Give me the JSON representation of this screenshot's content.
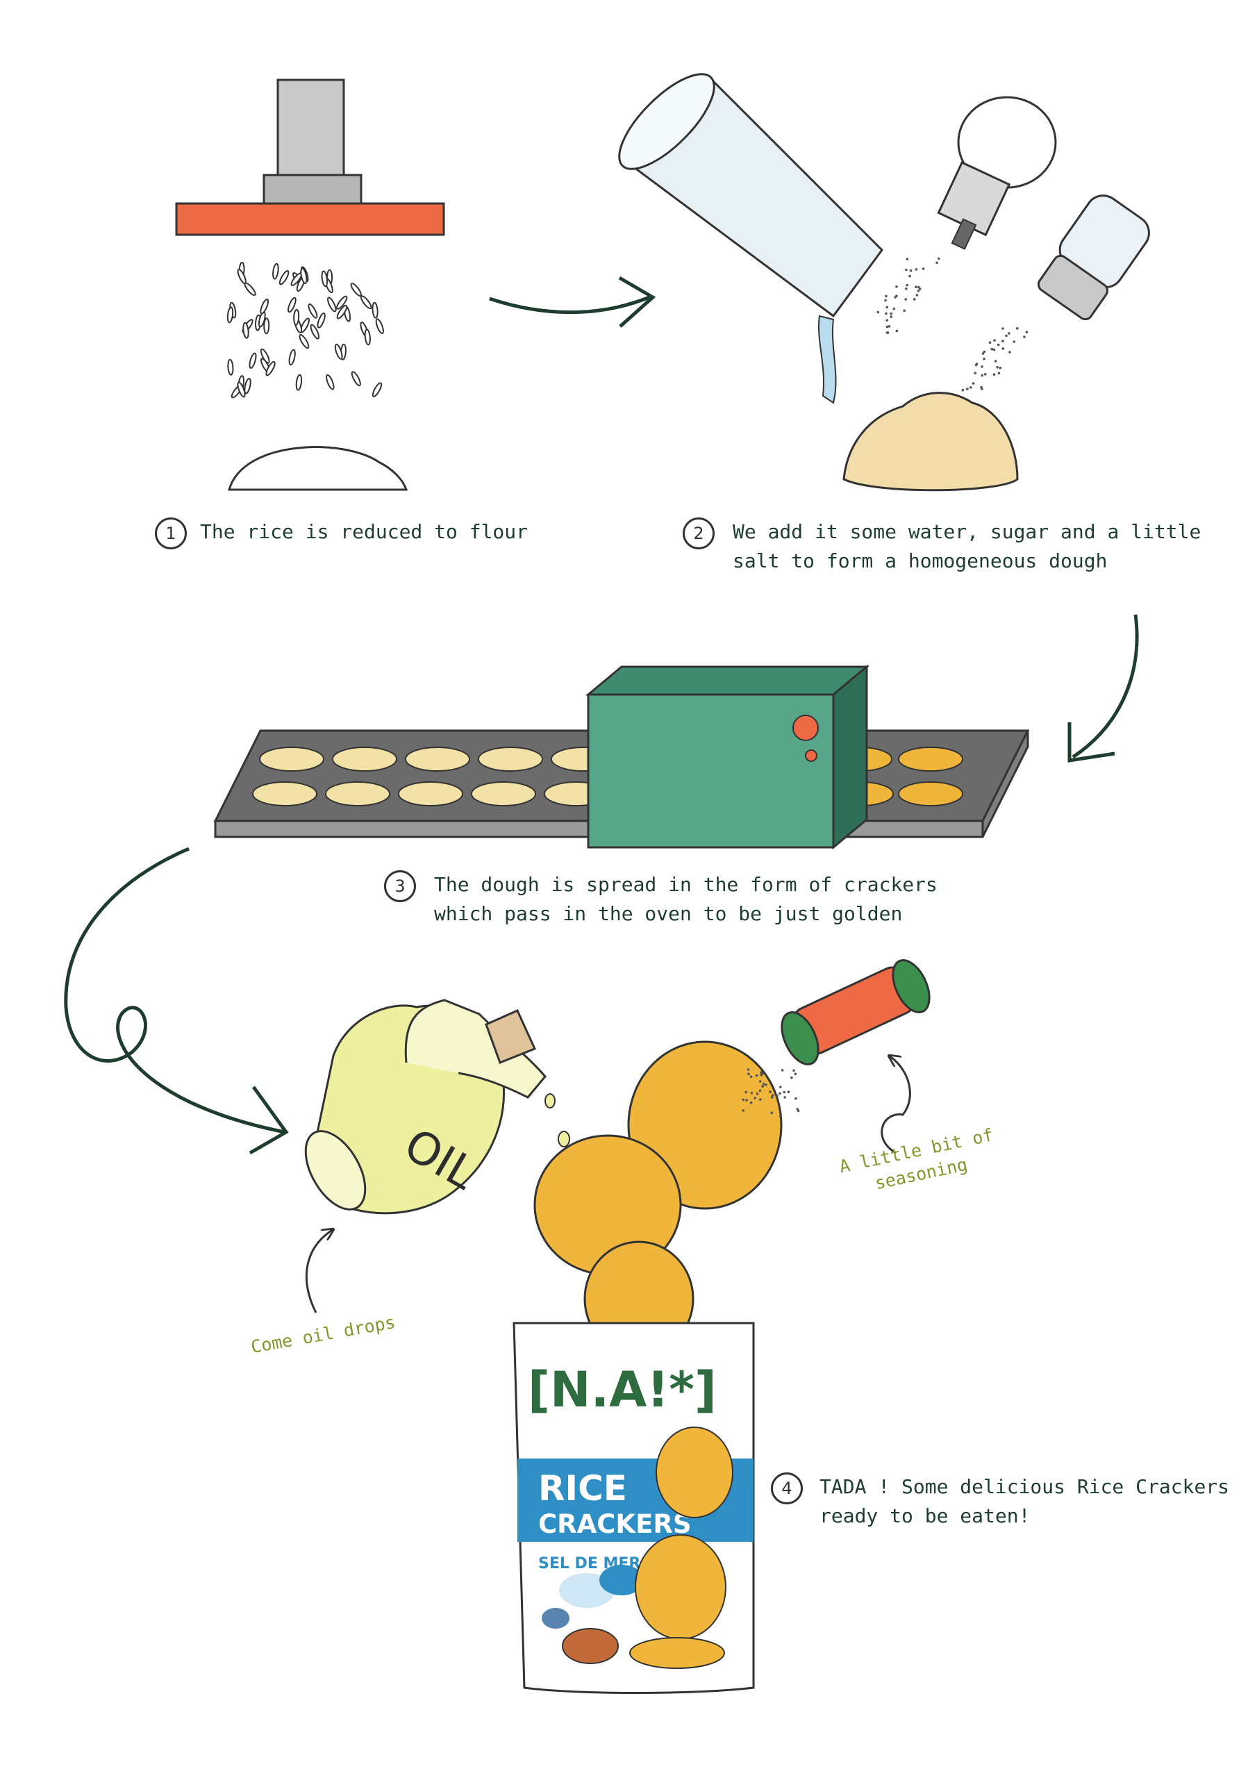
{
  "steps": [
    {
      "number": "1",
      "text_lines": [
        "The rice is reduced to flour"
      ]
    },
    {
      "number": "2",
      "text_lines": [
        "We add it some water, sugar and a little",
        "salt to form a homogeneous dough"
      ]
    },
    {
      "number": "3",
      "text_lines": [
        "The dough is spread in the form of crackers",
        "which pass in the oven to be just golden"
      ]
    },
    {
      "number": "4",
      "text_lines": [
        "TADA ! Some delicious Rice Crackers",
        "ready to be eaten!"
      ]
    }
  ],
  "notes": {
    "seasoning": [
      "A little bit of",
      "seasoning"
    ],
    "oil": "Come oil drops"
  },
  "jar_label": "OIL",
  "package": {
    "brand": "[N.A!*]",
    "product_line1": "RICE",
    "product_line2": "CRACKERS",
    "flavor": "SEL DE MER"
  },
  "colors": {
    "press_plate": "#ee6a45",
    "oven": "#58a68a",
    "conveyor": "#6b6b6b",
    "raw_cracker": "#f3e2a8",
    "baked_cracker": "#efb63b",
    "arrow": "#1f3d2f",
    "dough": "#f1dcaa",
    "oil": "#eef0a0",
    "package_blue": "#2f8fc4",
    "brand_green": "#2e6b3e",
    "note_text": "#7f9a2a"
  },
  "icons": [
    "press-icon",
    "rice-grains-icon",
    "flour-pile-icon",
    "water-glass-icon",
    "sugar-shaker-icon",
    "salt-shaker-icon",
    "dough-pile-icon",
    "conveyor-belt-icon",
    "oven-icon",
    "oil-jar-icon",
    "cork-icon",
    "seasoning-can-icon",
    "rice-cracker-icon",
    "package-icon"
  ]
}
